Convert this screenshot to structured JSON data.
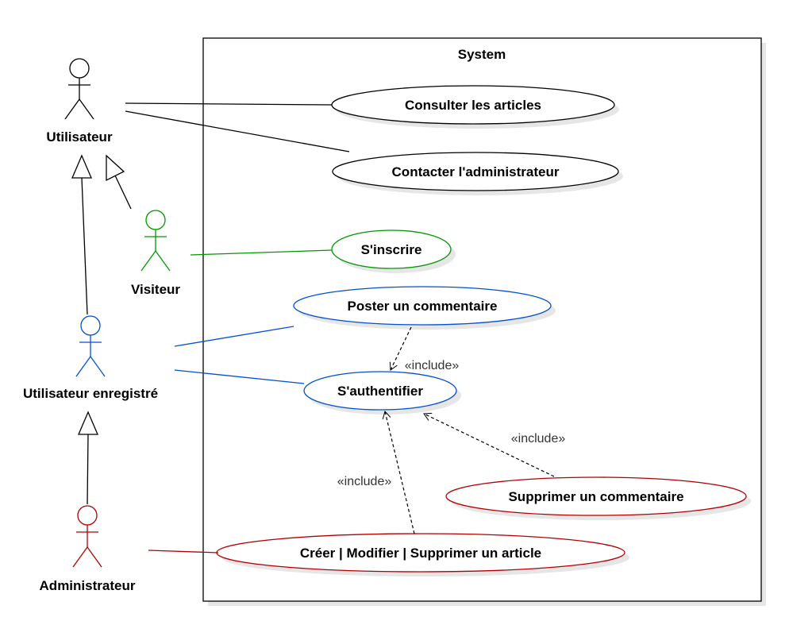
{
  "system": {
    "label": "System"
  },
  "actors": {
    "utilisateur": {
      "label": "Utilisateur",
      "color": "#000000"
    },
    "visiteur": {
      "label": "Visiteur",
      "color": "#009900"
    },
    "enregistre": {
      "label": "Utilisateur enregistré",
      "color": "#0050d0"
    },
    "administrateur": {
      "label": "Administrateur",
      "color": "#b20000"
    }
  },
  "use_cases": {
    "consulter": "Consulter les articles",
    "contacter": "Contacter l'administrateur",
    "inscrire": "S'inscrire",
    "poster": "Poster un commentaire",
    "authentifier": "S'authentifier",
    "supprimer_commentaire": "Supprimer un commentaire",
    "gerer_article": "Créer | Modifier | Supprimer un article"
  },
  "relations": {
    "include_poster": "«include»",
    "include_supprimer": "«include»",
    "include_article": "«include»"
  }
}
